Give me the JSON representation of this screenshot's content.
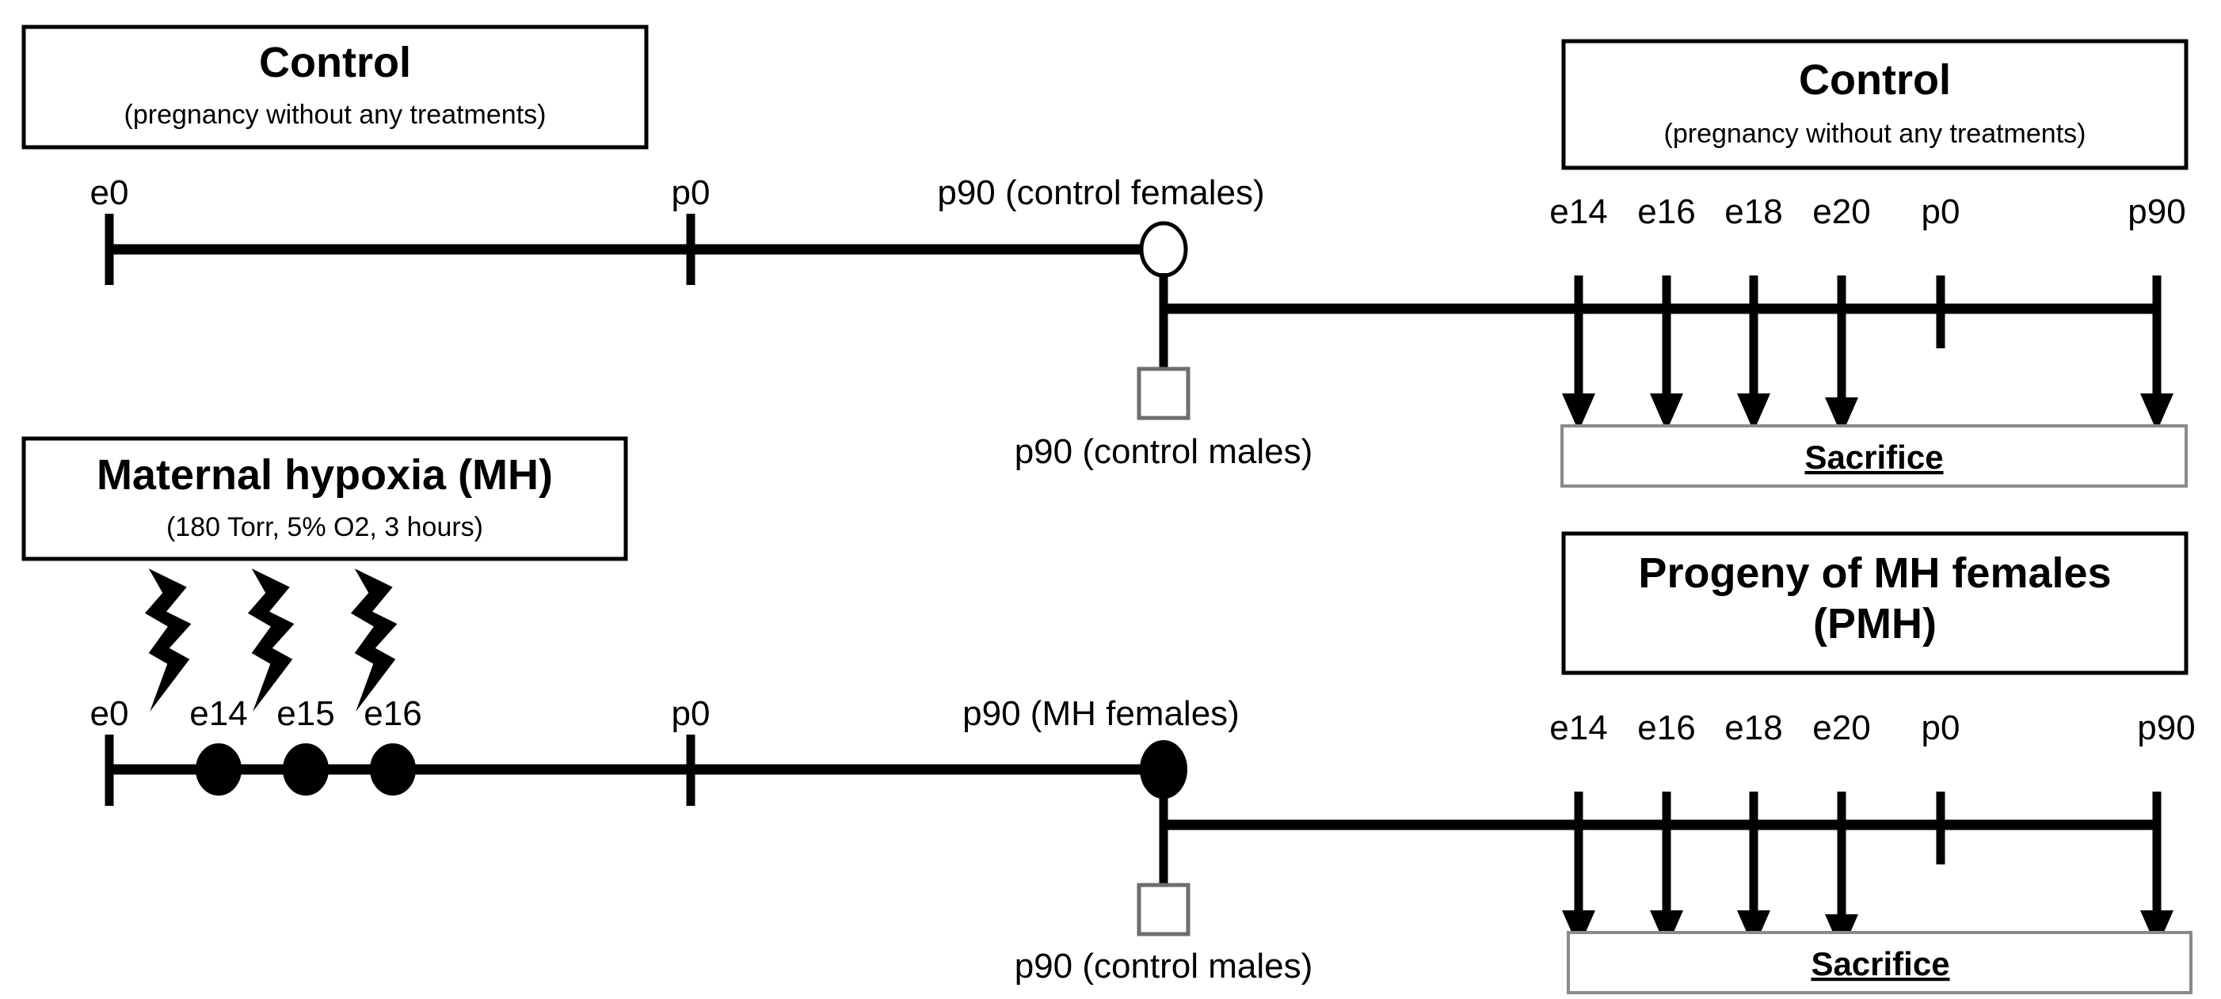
{
  "figure": {
    "title": "Experimental design: maternal hypoxia and progeny timelines",
    "background_color": "#ffffff",
    "ink_color": "#000000",
    "accent_gray": "#8a8a8a"
  },
  "chart_data": {
    "type": "diagram",
    "title": "Experimental design timelines",
    "rows": [
      {
        "id": "control-row",
        "parent_box": {
          "title": "Control",
          "subtitle": "(pregnancy without any treatments)"
        },
        "parent_timeline": {
          "ticks": [
            "e0",
            "p0"
          ],
          "end_node_label": "p90 (control females)",
          "end_node_shape": "open-circle"
        },
        "mate_node": {
          "label": "p90 (control males)",
          "shape": "open-square"
        },
        "progeny_box": {
          "title": "Control",
          "subtitle": "(pregnancy without any treatments)"
        },
        "progeny_timeline": {
          "ticks": [
            "e14",
            "e16",
            "e18",
            "e20",
            "p0",
            "p90"
          ],
          "sacrifice_ticks": [
            "e14",
            "e16",
            "e18",
            "e20",
            "p90"
          ],
          "non_sacrifice_ticks": [
            "p0"
          ]
        },
        "sacrifice_label": "Sacrifice"
      },
      {
        "id": "mh-row",
        "parent_box": {
          "title": "Maternal hypoxia (MH)",
          "subtitle": "(180 Torr, 5% O2, 3 hours)"
        },
        "parent_timeline": {
          "ticks": [
            "e0",
            "e14",
            "e15",
            "e16",
            "p0"
          ],
          "treatment_ticks": [
            "e14",
            "e15",
            "e16"
          ],
          "end_node_label": "p90 (MH females)",
          "end_node_shape": "filled-circle"
        },
        "treatment_icon": "lightning-bolt-icon",
        "treatment_icon_count": 3,
        "mate_node": {
          "label": "p90 (control males)",
          "shape": "open-square"
        },
        "progeny_box": {
          "title": "Progeny of MH females",
          "subtitle": "(PMH)"
        },
        "progeny_timeline": {
          "ticks": [
            "e14",
            "e16",
            "e18",
            "e20",
            "p0",
            "p90"
          ],
          "sacrifice_ticks": [
            "e14",
            "e16",
            "e18",
            "e20",
            "p90"
          ],
          "non_sacrifice_ticks": [
            "p0"
          ]
        },
        "sacrifice_label": "Sacrifice"
      }
    ]
  },
  "control_row": {
    "box": {
      "title": "Control",
      "subtitle": "(pregnancy without any treatments)"
    },
    "timeline": {
      "t_e0": "e0",
      "t_p0": "p0"
    },
    "female_node_label": "p90 (control females)",
    "male_node_label": "p90 (control males)",
    "progeny_box": {
      "title": "Control",
      "subtitle": "(pregnancy without any treatments)"
    },
    "progeny_ticks": {
      "t_e14": "e14",
      "t_e16": "e16",
      "t_e18": "e18",
      "t_e20": "e20",
      "t_p0": "p0",
      "t_p90": "p90"
    },
    "sacrifice_label": "Sacrifice"
  },
  "mh_row": {
    "box": {
      "title": "Maternal hypoxia (MH)",
      "subtitle": "(180 Torr, 5% O2, 3 hours)"
    },
    "timeline": {
      "t_e0": "e0",
      "t_e14": "e14",
      "t_e15": "e15",
      "t_e16": "e16",
      "t_p0": "p0"
    },
    "female_node_label": "p90 (MH females)",
    "male_node_label": "p90 (control males)",
    "progeny_box": {
      "title": "Progeny of MH females",
      "subtitle": "(PMH)"
    },
    "progeny_ticks": {
      "t_e14": "e14",
      "t_e16": "e16",
      "t_e18": "e18",
      "t_e20": "e20",
      "t_p0": "p0",
      "t_p90": "p90"
    },
    "sacrifice_label": "Sacrifice"
  }
}
